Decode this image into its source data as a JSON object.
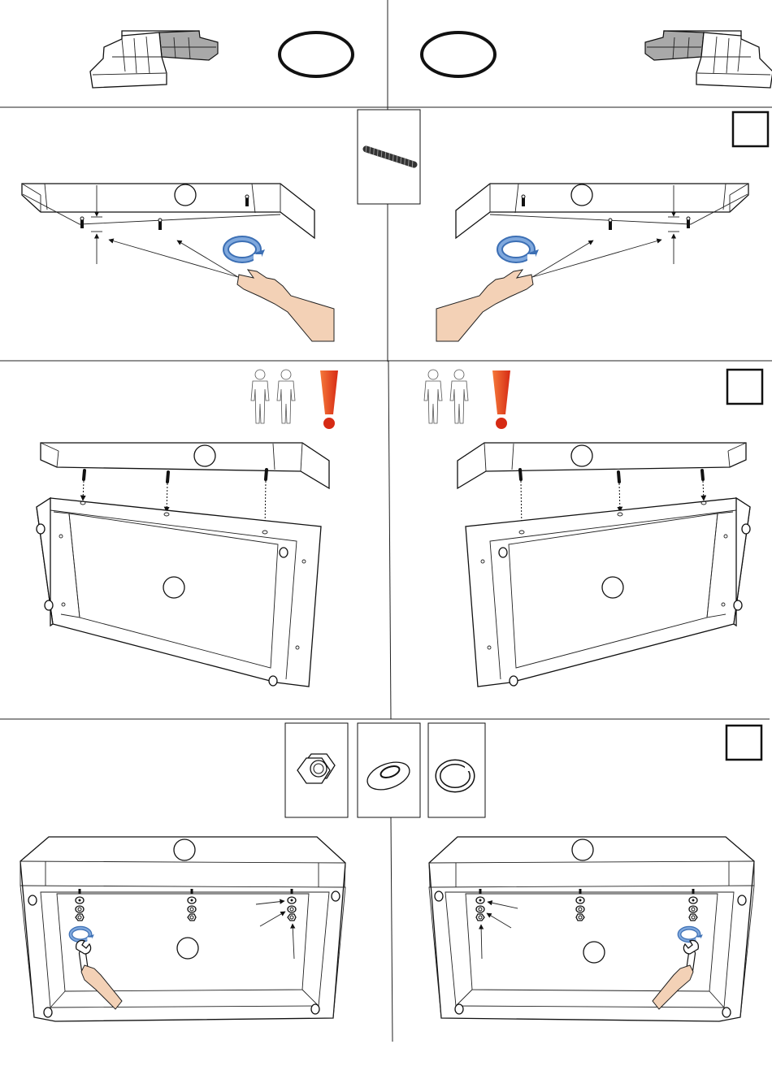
{
  "document": {
    "type": "assembly-instructions",
    "variants": [
      "left-orientation",
      "right-orientation"
    ],
    "steps": [
      {
        "part": "threaded-rod",
        "count": 3,
        "people_required": 0
      },
      {
        "part": "top-panel-onto-frame",
        "people_required": 2,
        "warning": true
      },
      {
        "part": "nut-washer-spring-washer",
        "count": 3,
        "tool": "wrench"
      }
    ]
  },
  "colors": {
    "rotate_arrow": "#5b8fd0",
    "warning": "#e03a1e",
    "skin": "#f3d1b6",
    "sofa_grey": "#a9a9a9"
  },
  "icons": [
    "sofa-icon",
    "threaded-rod-icon",
    "nut-icon",
    "washer-icon",
    "spring-washer-icon",
    "person-icon",
    "warning-icon",
    "wrench-icon",
    "rotate-arrow-icon",
    "hand-icon"
  ]
}
